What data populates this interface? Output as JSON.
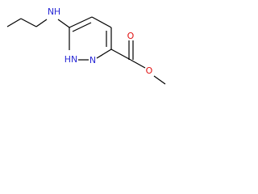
{
  "molecule": {
    "atoms": {
      "nh_amine": "N",
      "nh_amine_h": "H",
      "ring_nh": "HN",
      "ring_n": "N",
      "carbonyl_o": "O",
      "ester_o": "O"
    },
    "colors": {
      "bond": "#000000",
      "nitrogen": "#2a2ad6",
      "oxygen": "#e01010"
    }
  }
}
